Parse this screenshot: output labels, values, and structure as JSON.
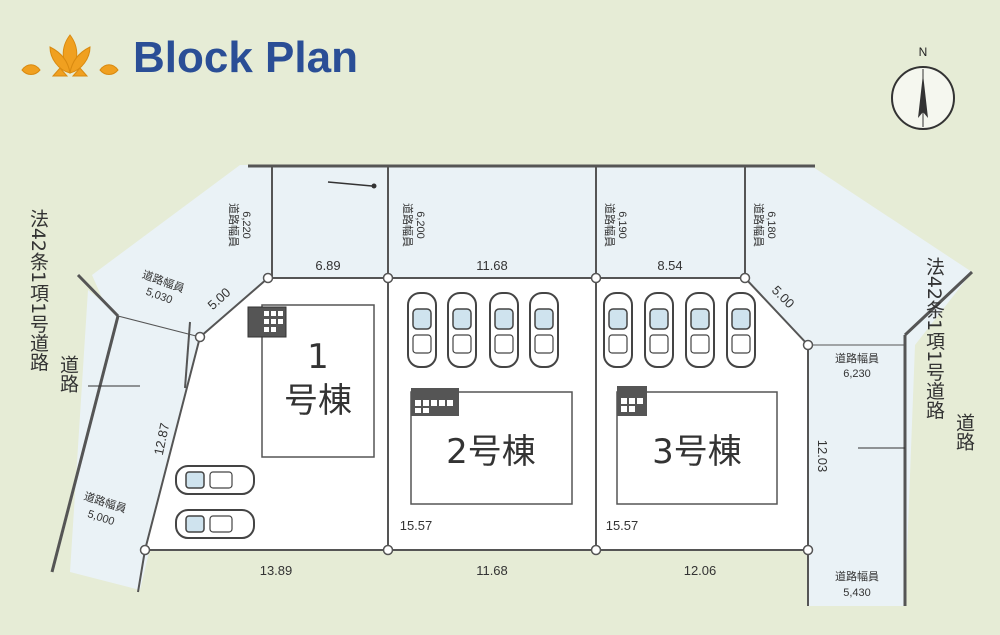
{
  "title": "Block Plan",
  "north_label": "N",
  "lot_dims": {
    "top_1": "6.89",
    "top_2": "11.68",
    "top_3": "8.54",
    "bottom_1": "13.89",
    "bottom_2": "11.68",
    "bottom_3": "12.06",
    "diag_left": "5.00",
    "diag_right": "5.00",
    "left_side": "12.87",
    "right_side": "12.03",
    "mid_left": "15.57",
    "mid_right": "15.57"
  },
  "road_labels": {
    "label": "道路幅員",
    "top_a_value": "6,220",
    "top_b_value": "6,200",
    "top_c_value": "6,190",
    "top_d_value": "6,180",
    "left_diag_value": "5,030",
    "left_bottom_value": "5,000",
    "right_value": "6,230",
    "right_bottom_value": "5,430"
  },
  "side_roads": {
    "left_main": "法42条1項1号道路",
    "left_sub": "道路",
    "right_main": "法42条1項1号道路",
    "right_sub": "道路"
  },
  "buildings": {
    "b1_num": "1",
    "b1_label": "号棟",
    "b2_label": "2号棟",
    "b3_label": "3号棟"
  }
}
